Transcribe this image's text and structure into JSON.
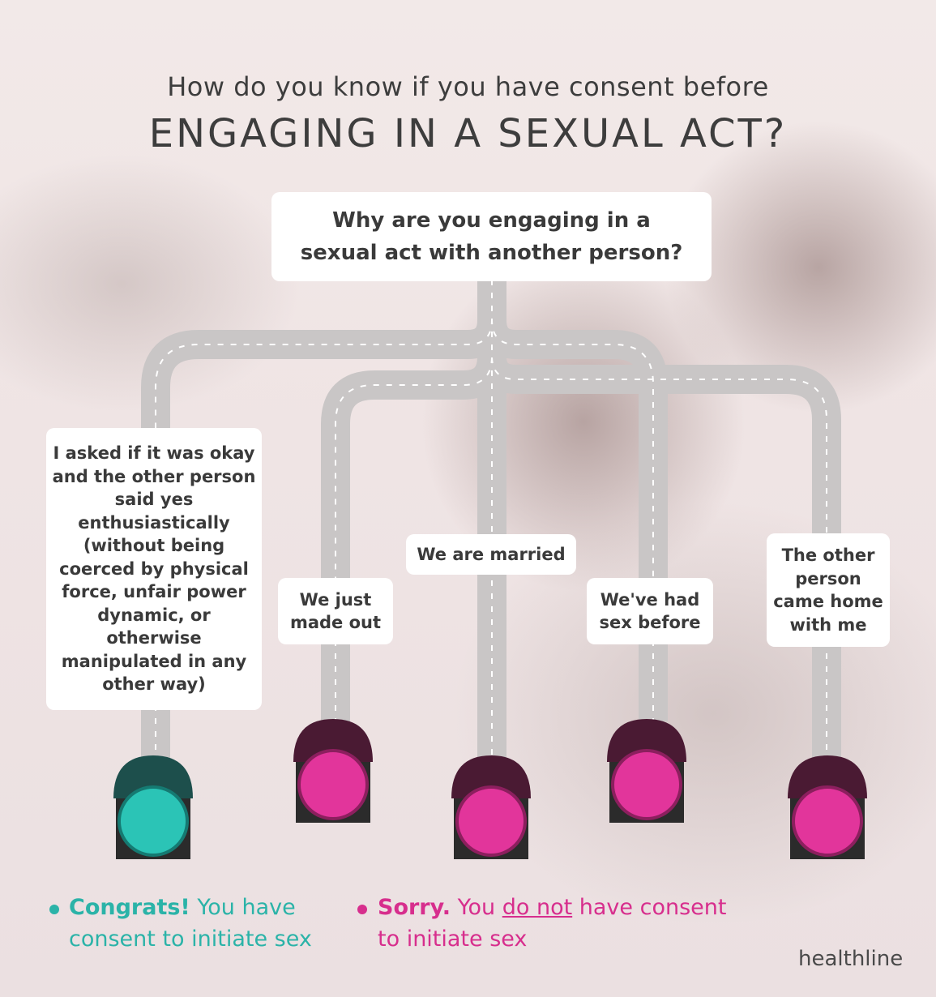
{
  "title": {
    "line1": "How do you know if you have consent before",
    "line2": "ENGAGING IN A SEXUAL ACT?"
  },
  "question": "Why are you engaging in a sexual act with another person?",
  "answers": [
    {
      "lines": [
        "I asked if it was okay",
        "and the other person",
        "said yes",
        "enthusiastically",
        "(without being",
        "coerced by physical",
        "force, unfair power",
        "dynamic, or",
        "otherwise",
        "manipulated in any",
        "other way)"
      ],
      "light": "green"
    },
    {
      "lines": [
        "We just",
        "made out"
      ],
      "light": "pink"
    },
    {
      "lines": [
        "We are married"
      ],
      "light": "pink"
    },
    {
      "lines": [
        "We've had",
        "sex before"
      ],
      "light": "pink"
    },
    {
      "lines": [
        "The other",
        "person",
        "came home",
        "with me"
      ],
      "light": "pink"
    }
  ],
  "legend": {
    "yes": {
      "bold": "Congrats!",
      "rest": " You have",
      "line2": "consent to initiate sex"
    },
    "no": {
      "bold": "Sorry.",
      "pre": " You ",
      "underlined": "do not",
      "post": " have consent",
      "line2": "to initiate sex"
    }
  },
  "logo": "healthline",
  "colors": {
    "green": "#2bb3a8",
    "pink": "#d72e8d",
    "text": "#3d3d3d",
    "road": "#c9c6c6"
  }
}
